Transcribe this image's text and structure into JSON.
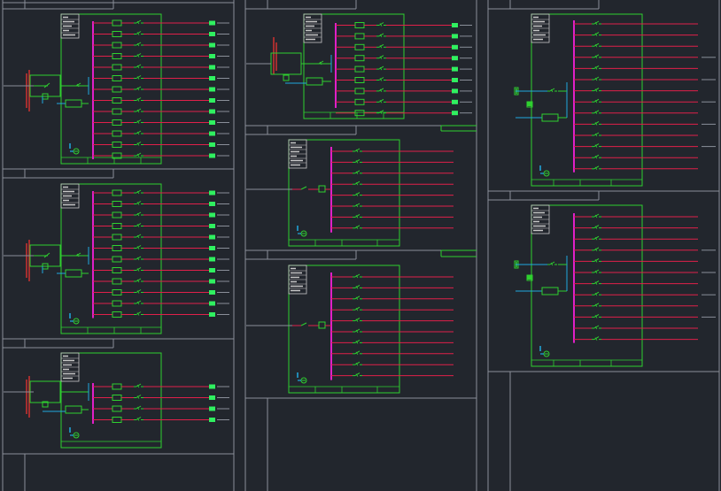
{
  "app": {
    "title": ""
  },
  "colors": {
    "background": "#22262d",
    "frame": "#8a8f99",
    "panel": "#2fd02f",
    "busbar": "#e020c8",
    "feeder": "#e0204a",
    "breaker": "#2fd02f",
    "terminal": "#30f060",
    "incoming": "#d03030",
    "control": "#20a8e0",
    "titleblock": "#c8c8c8"
  },
  "diagrams": [
    {
      "id": "p1",
      "circuits": 13,
      "terminals": true,
      "incoming": "left-box"
    },
    {
      "id": "p2",
      "circuits": 12,
      "terminals": true,
      "incoming": "left-box"
    },
    {
      "id": "p3",
      "circuits": 4,
      "terminals": true,
      "incoming": "left-box"
    },
    {
      "id": "p4",
      "circuits": 9,
      "terminals": true,
      "incoming": "left-box"
    },
    {
      "id": "p5",
      "circuits": 8,
      "terminals": false,
      "incoming": "small-box"
    },
    {
      "id": "p6",
      "circuits": 10,
      "terminals": false,
      "incoming": "small-box"
    },
    {
      "id": "p7",
      "circuits": 14,
      "terminals": false,
      "incoming": "left-switch"
    },
    {
      "id": "p8",
      "circuits": 12,
      "terminals": false,
      "incoming": "left-switch"
    }
  ]
}
